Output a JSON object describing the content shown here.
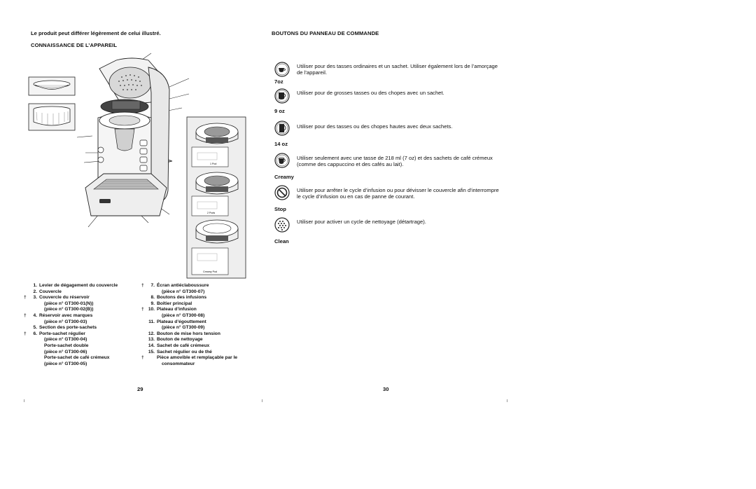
{
  "left_page": {
    "note": "Le produit peut différer légèrement de celui illustré.",
    "section_title": "CONNAISSANCE DE L’APPAREIL",
    "pod_holder_labels": [
      "1 Pod",
      "2 Pods",
      "Creamy Pod"
    ],
    "parts_col1": [
      {
        "mark": "",
        "num": "1.",
        "label": "Levier de dégagement du couvercle",
        "sub": []
      },
      {
        "mark": "",
        "num": "2.",
        "label": "Couvercle",
        "sub": []
      },
      {
        "mark": "†",
        "num": "3.",
        "label": "Couvercle du réservoir",
        "sub": [
          "(pièce n° GT300-01(N))",
          "(pièce n° GT300-02(B))"
        ]
      },
      {
        "mark": "†",
        "num": "4.",
        "label": "Réservoir avec marques",
        "sub": [
          "(pièce n° GT300-03)"
        ]
      },
      {
        "mark": "",
        "num": "5.",
        "label": "Section des porte-sachets",
        "sub": []
      },
      {
        "mark": "†",
        "num": "6.",
        "label": "Porte-sachet régulier",
        "sub": [
          "(pièce n° GT300-04)",
          "Porte-sachet double",
          "(pièce n° GT300-06)",
          "Porte-sachet de café crémeux",
          "(pièce n° GT300-05)"
        ]
      }
    ],
    "parts_col2": [
      {
        "mark": "†",
        "num": "7.",
        "label": "Écran antiéclaboussure",
        "sub": [
          "(pièce n° GT300-07)"
        ]
      },
      {
        "mark": "",
        "num": "8.",
        "label": "Boutons des infusions",
        "sub": []
      },
      {
        "mark": "",
        "num": "9.",
        "label": "Boîtier principal",
        "sub": []
      },
      {
        "mark": "†",
        "num": "10.",
        "label": "Plateau d’infusion",
        "sub": [
          "(pièce n° GT300-08)"
        ]
      },
      {
        "mark": "",
        "num": "11.",
        "label": "Plateau d’égouttement",
        "sub": [
          "(pièce n° GT300-09)"
        ]
      },
      {
        "mark": "",
        "num": "12.",
        "label": "Bouton de mise hors tension",
        "sub": []
      },
      {
        "mark": "",
        "num": "13.",
        "label": "Bouton de nettoyage",
        "sub": []
      },
      {
        "mark": "",
        "num": "14.",
        "label": "Sachet de café crémeux",
        "sub": []
      },
      {
        "mark": "",
        "num": "15.",
        "label": "Sachet régulier ou de thé",
        "sub": []
      },
      {
        "mark": "†",
        "num": "",
        "label": "Pièce amovible et remplaçable par le",
        "sub": [
          "consommateur"
        ]
      }
    ],
    "page_number": "29"
  },
  "right_page": {
    "section_title": "BOUTONS DU PANNEAU DE COMMANDE",
    "buttons": [
      {
        "icon": "cup-small-icon",
        "label": "7oz",
        "text": "Utiliser pour des tasses ordinaires et un sachet. Utiliser également lors de l’amorçage de l’appareil."
      },
      {
        "icon": "cup-medium-icon",
        "label": "9 oz",
        "text": "Utiliser pour de grosses tasses ou des chopes avec un sachet."
      },
      {
        "icon": "mug-tall-icon",
        "label": "14 oz",
        "text": "Utiliser pour des tasses ou des chopes hautes avec deux sachets."
      },
      {
        "icon": "creamy-cup-icon",
        "label": "Creamy",
        "text": "Utiliser seulement avec une tasse de 218 ml (7 oz) et des sachets de café crémeux (comme des cappuccino et des cafés au lait)."
      },
      {
        "icon": "stop-icon",
        "label": "Stop",
        "text": "Utiliser pour arrêter le cycle d’infusion ou pour dévisser le couvercle afin d’interrompre le cycle d’infusion ou en cas de panne de courant."
      },
      {
        "icon": "clean-icon",
        "label": "Clean",
        "text": "Utiliser pour activer un cycle de nettoyage (détartrage)."
      }
    ],
    "page_number": "30"
  }
}
